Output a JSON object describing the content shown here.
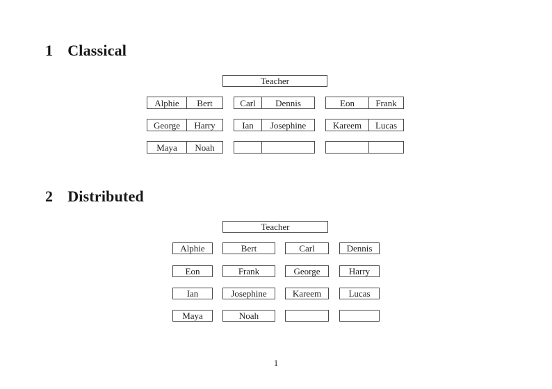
{
  "page": {
    "number": "1"
  },
  "sections": {
    "classical": {
      "number": "1",
      "title": "Classical",
      "teacher_label": "Teacher",
      "columns": [
        {
          "rows": [
            [
              "Alphie",
              "Bert"
            ],
            [
              "George",
              "Harry"
            ],
            [
              "Maya",
              "Noah"
            ]
          ]
        },
        {
          "rows": [
            [
              "Carl",
              "Dennis"
            ],
            [
              "Ian",
              "Josephine"
            ],
            [
              "",
              ""
            ]
          ]
        },
        {
          "rows": [
            [
              "Eon",
              "Frank"
            ],
            [
              "Kareem",
              "Lucas"
            ],
            [
              "",
              ""
            ]
          ]
        }
      ]
    },
    "distributed": {
      "number": "2",
      "title": "Distributed",
      "teacher_label": "Teacher",
      "rows": [
        [
          "Alphie",
          "Bert",
          "Carl",
          "Dennis"
        ],
        [
          "Eon",
          "Frank",
          "George",
          "Harry"
        ],
        [
          "Ian",
          "Josephine",
          "Kareem",
          "Lucas"
        ],
        [
          "Maya",
          "Noah",
          "",
          ""
        ]
      ]
    }
  },
  "colors": {
    "border": "#4a4a4a",
    "text": "#1f1f1f",
    "background": "#ffffff"
  }
}
